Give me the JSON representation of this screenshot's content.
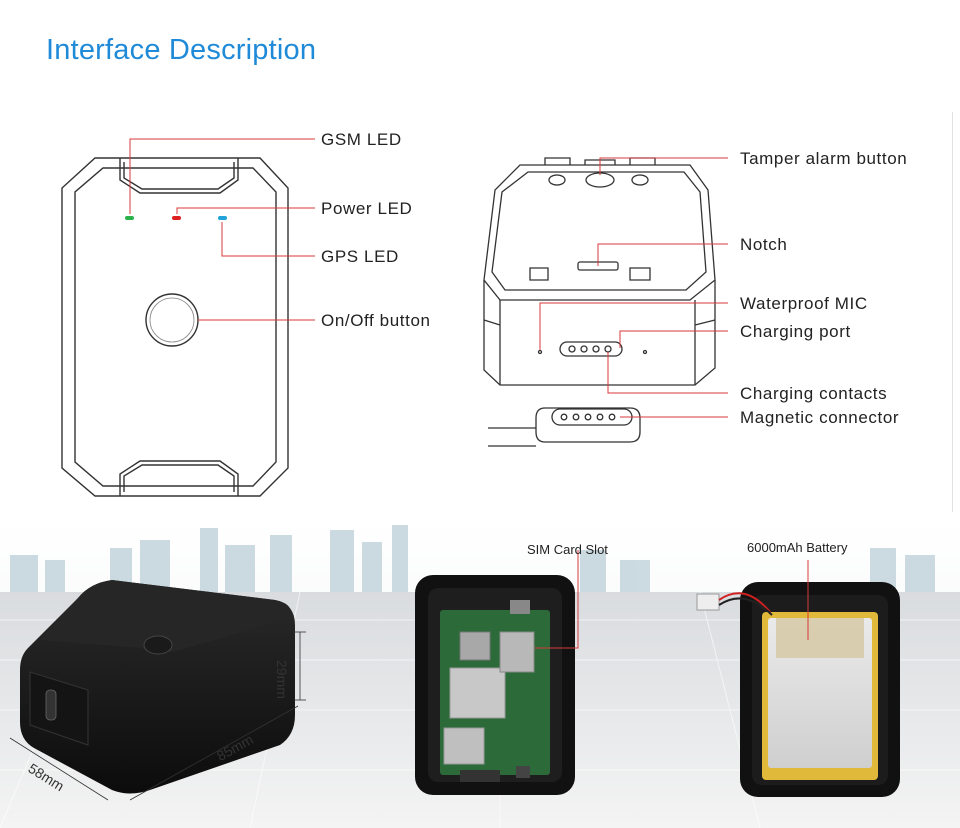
{
  "header": {
    "title": "Interface Description"
  },
  "front_view": {
    "labels": {
      "gsm_led": "GSM LED",
      "power_led": "Power LED",
      "gps_led": "GPS LED",
      "onoff": "On/Off button"
    },
    "colors": {
      "gsm_led": "#2bb24c",
      "power_led": "#e02020",
      "gps_led": "#1fa3d8",
      "callout": "#d83a3a"
    }
  },
  "back_view": {
    "labels": {
      "tamper": "Tamper alarm button",
      "notch": "Notch",
      "mic": "Waterproof MIC",
      "charging_port": "Charging port",
      "charging_contacts": "Charging contacts",
      "magnetic": "Magnetic connector"
    }
  },
  "photos": {
    "dimensions": {
      "height": "29mm",
      "length": "85mm",
      "width": "58mm"
    },
    "sim_label": "SIM Card Slot",
    "battery_label": "6000mAh Battery"
  }
}
